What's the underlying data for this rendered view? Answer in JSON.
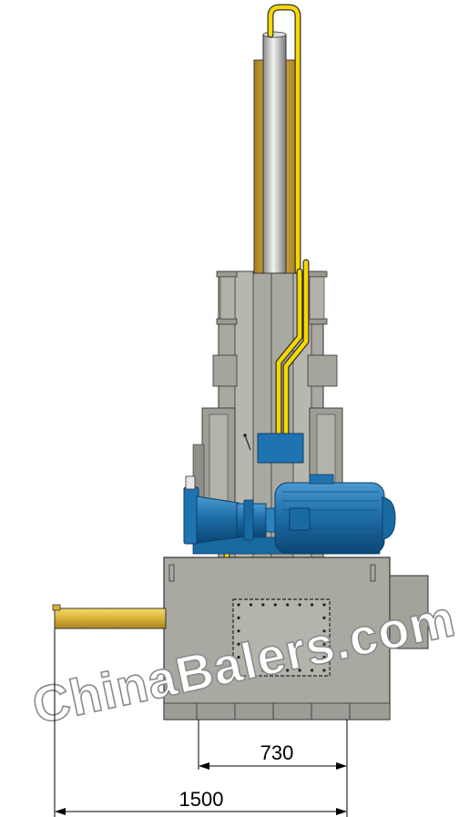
{
  "dimensions": {
    "inner_width": "730",
    "overall_width": "1500"
  },
  "watermark": {
    "text": "ChinaBalers.com"
  },
  "colors": {
    "frame": "#a8a8a0",
    "frame_dark": "#8c8c85",
    "motor": "#1e6fa8",
    "motor_dark": "#0f4f80",
    "hose": "#f5d800",
    "cylinder": "#c9a032",
    "rod": "#c0c0c0"
  }
}
